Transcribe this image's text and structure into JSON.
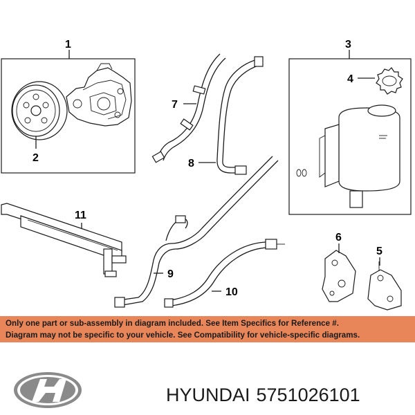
{
  "diagram": {
    "callouts": [
      "1",
      "2",
      "3",
      "4",
      "5",
      "6",
      "7",
      "8",
      "9",
      "10",
      "11"
    ]
  },
  "notice": {
    "line1": "Only one part or sub-assembly in diagram included. See Item Specifics for Reference #.",
    "line2": "Diagram may not be specific to your vehicle. See Compatibility for vehicle-specific diagrams.",
    "background_color": "#e8865a"
  },
  "brand": {
    "logo": "hyundai-logo",
    "name": "HYUNDAI",
    "part_number": "5751026101"
  }
}
